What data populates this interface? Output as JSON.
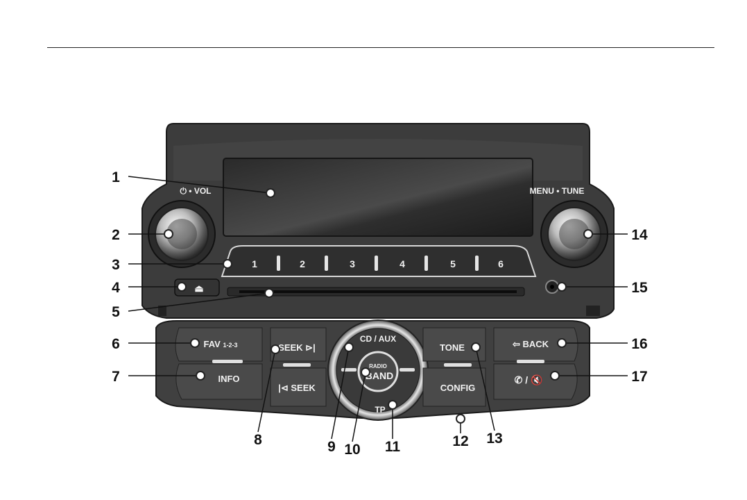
{
  "panel": {
    "knob_left_label": "⏻ • VOL",
    "knob_right_label": "MENU • TUNE",
    "presets": [
      "1",
      "2",
      "3",
      "4",
      "5",
      "6"
    ],
    "eject_symbol": "⏏",
    "buttons": {
      "fav": "FAV",
      "fav_sub": "1-2-3",
      "info": "INFO",
      "seek_fwd": "SEEK ⊳|",
      "seek_back": "|⊲ SEEK",
      "cd_aux": "CD / AUX",
      "radio": "RADIO",
      "band": "BAND",
      "tp": "TP",
      "tone": "TONE",
      "config": "CONFIG",
      "back": "⇦ BACK",
      "phone_mute": "✆ / 🔇"
    }
  },
  "callouts": [
    "1",
    "2",
    "3",
    "4",
    "5",
    "6",
    "7",
    "8",
    "9",
    "10",
    "11",
    "12",
    "13",
    "14",
    "15",
    "16",
    "17"
  ]
}
